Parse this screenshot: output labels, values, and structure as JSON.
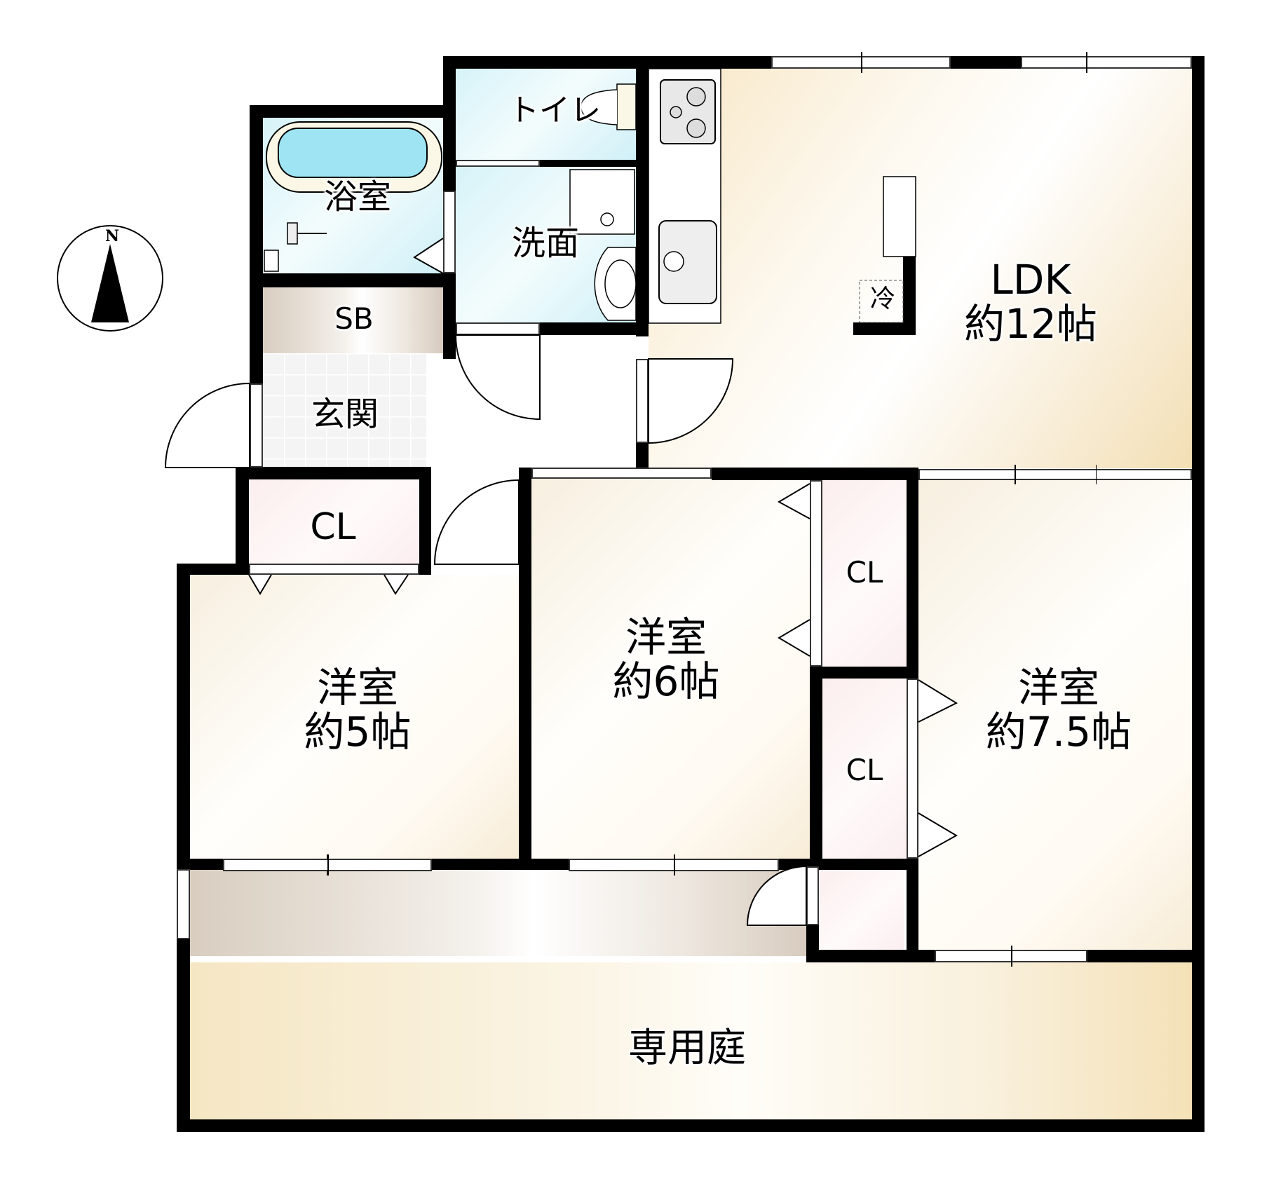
{
  "floorplan": {
    "compass": {
      "letter": "N"
    },
    "rooms": {
      "bath": {
        "label": "浴室"
      },
      "toilet": {
        "label": "トイレ"
      },
      "washroom": {
        "label": "洗面"
      },
      "shoe_box": {
        "label": "SB"
      },
      "entrance": {
        "label": "玄関"
      },
      "ldk": {
        "label_line1": "LDK",
        "label_line2": "約12帖"
      },
      "fridge": {
        "label": "冷"
      },
      "closet_entry": {
        "label": "CL"
      },
      "western_5": {
        "label_line1": "洋室",
        "label_line2": "約5帖"
      },
      "western_6": {
        "label_line1": "洋室",
        "label_line2": "約6帖"
      },
      "closet_upper": {
        "label": "CL"
      },
      "closet_lower": {
        "label": "CL"
      },
      "western_75": {
        "label_line1": "洋室",
        "label_line2": "約7.5帖"
      },
      "private_garden": {
        "label": "専用庭"
      }
    },
    "colors": {
      "wall": "#000000",
      "living_cream": "#f7e6c4",
      "water_aqua": "#d6f3f8",
      "storage_taupe": "#d8cdbf",
      "closet_pink": "#fbeeee"
    }
  }
}
